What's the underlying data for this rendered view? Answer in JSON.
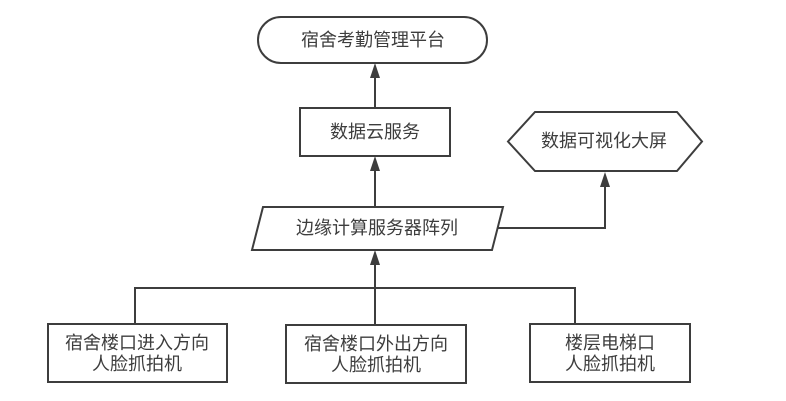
{
  "diagram": {
    "type": "flowchart",
    "colors": {
      "stroke": "#3d3d3d",
      "text": "#3d3d3d",
      "shape_fill": "#ffffff",
      "background": "#ffffff"
    },
    "nodes": {
      "platform": {
        "shape": "stadium",
        "label": "宿舍考勤管理平台"
      },
      "cloud_service": {
        "shape": "rectangle",
        "label": "数据云服务"
      },
      "visualization_screen": {
        "shape": "hexagon",
        "label": "数据可视化大屏"
      },
      "edge_servers": {
        "shape": "parallelogram",
        "label": "边缘计算服务器阵列"
      },
      "camera_entry": {
        "shape": "rectangle",
        "line1": "宿舍楼口进入方向",
        "line2": "人脸抓拍机"
      },
      "camera_exit": {
        "shape": "rectangle",
        "line1": "宿舍楼口外出方向",
        "line2": "人脸抓拍机"
      },
      "camera_elevator": {
        "shape": "rectangle",
        "line1": "楼层电梯口",
        "line2": "人脸抓拍机"
      }
    },
    "edges": [
      {
        "from": "cloud_service",
        "to": "platform",
        "arrow": "up"
      },
      {
        "from": "edge_servers",
        "to": "cloud_service",
        "arrow": "up"
      },
      {
        "from": "edge_servers",
        "to": "visualization_screen",
        "arrow": "right-then-up"
      },
      {
        "from": "camera_entry",
        "to": "edge_servers",
        "arrow": "bus-up"
      },
      {
        "from": "camera_exit",
        "to": "edge_servers",
        "arrow": "bus-up"
      },
      {
        "from": "camera_elevator",
        "to": "edge_servers",
        "arrow": "bus-up"
      }
    ]
  }
}
